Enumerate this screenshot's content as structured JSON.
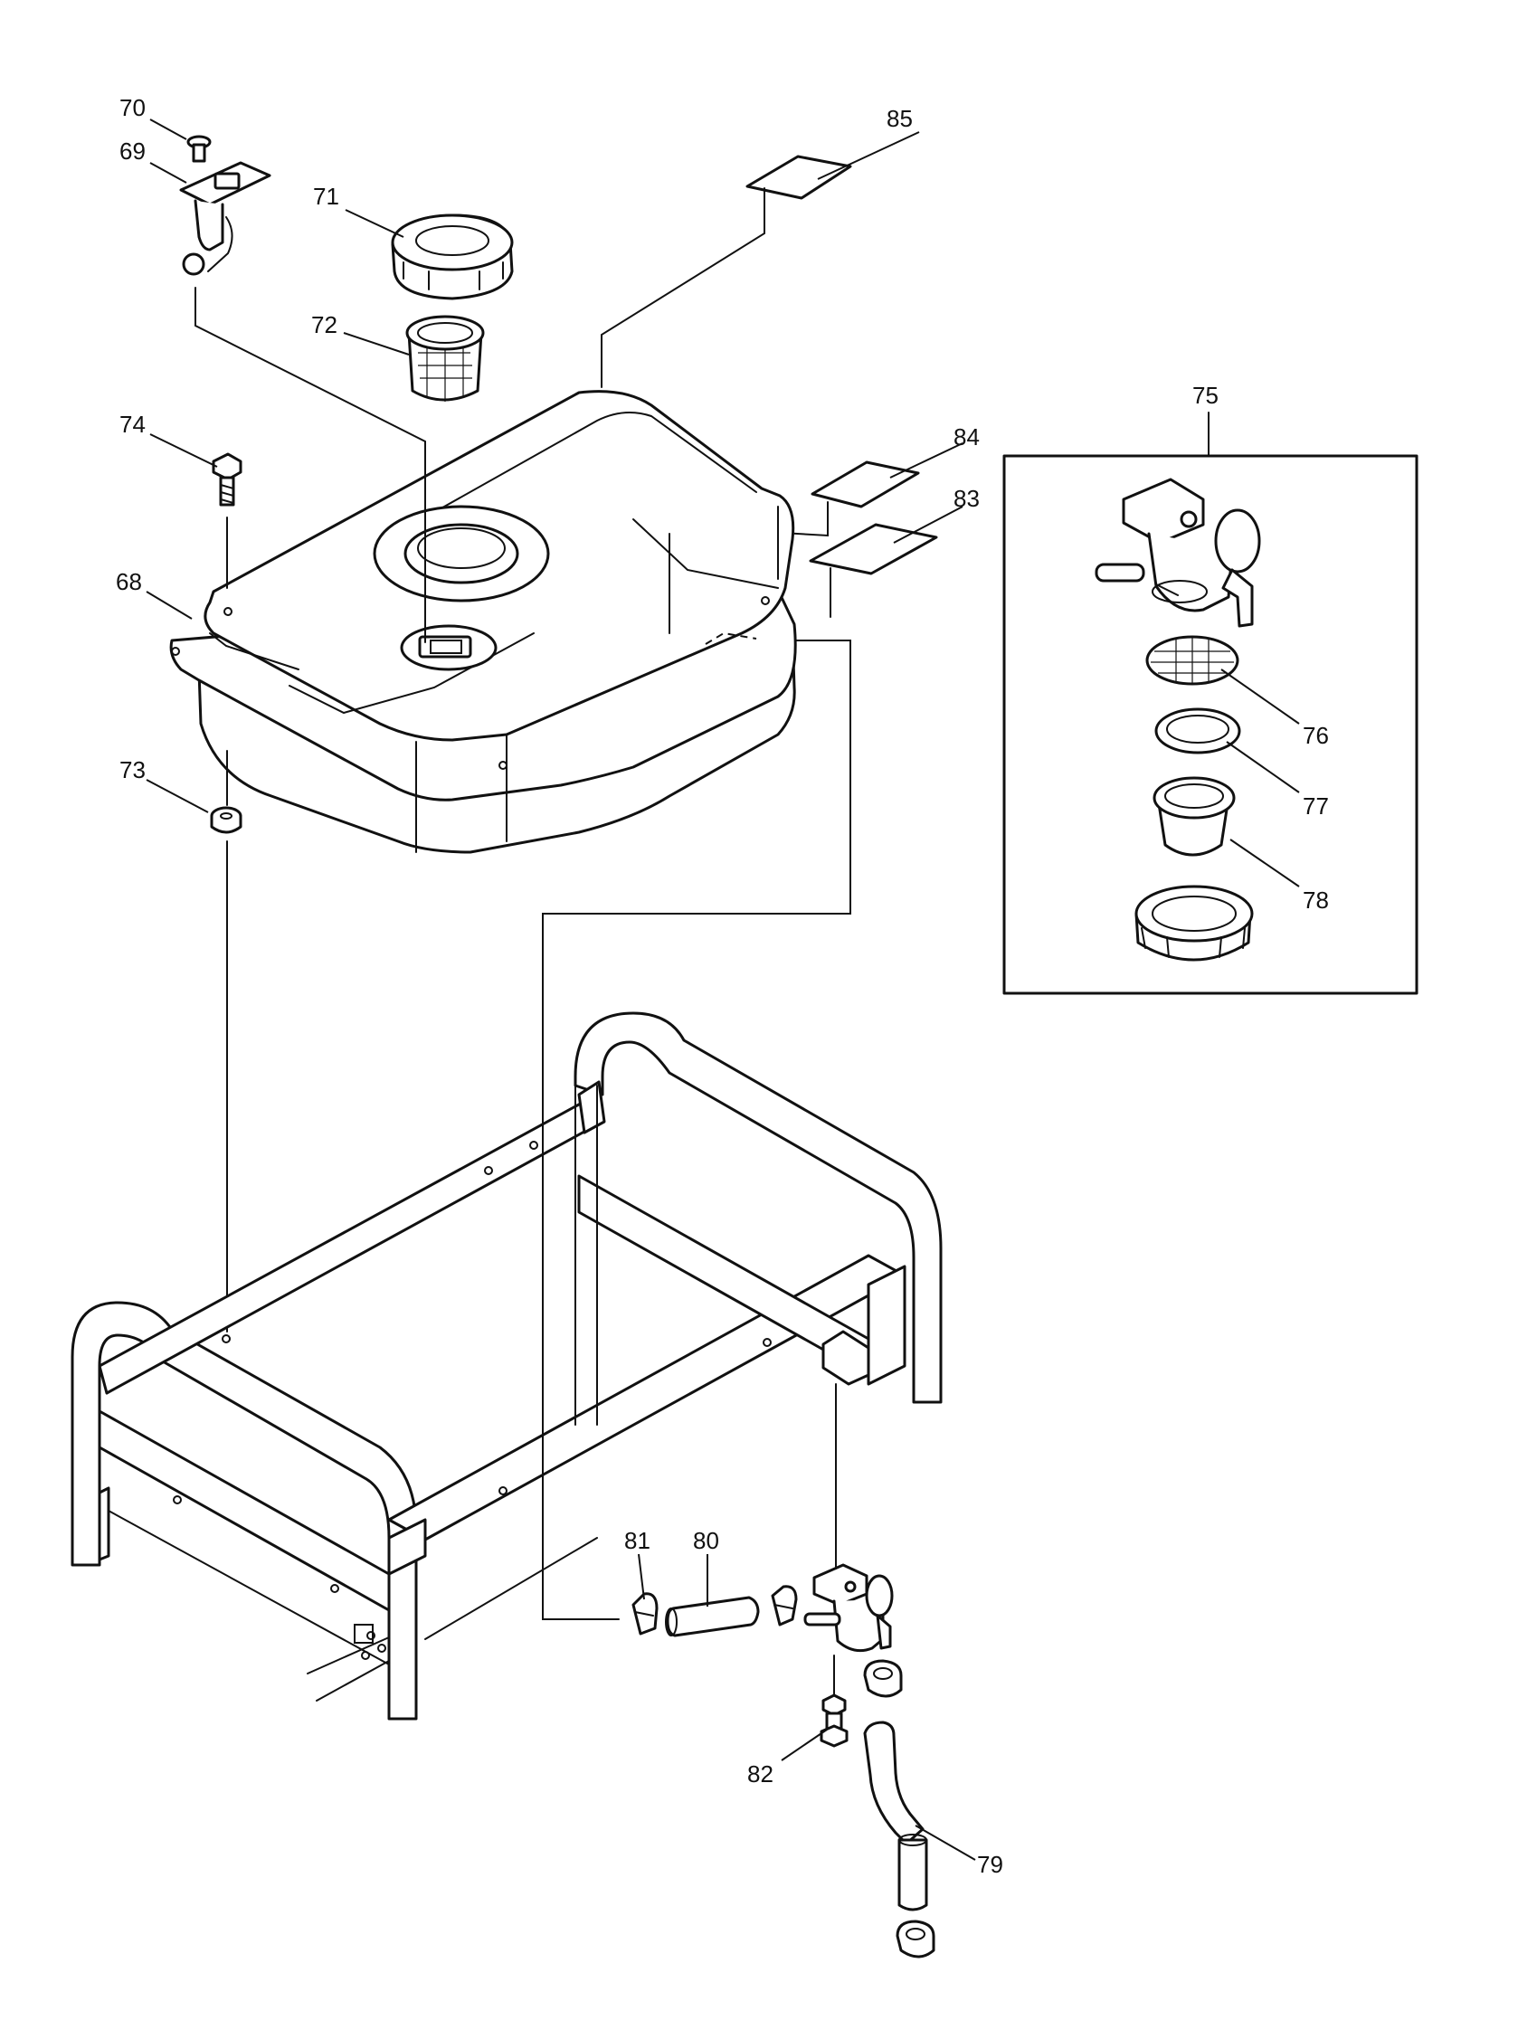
{
  "diagram": {
    "callouts": {
      "p68": "68",
      "p69": "69",
      "p70": "70",
      "p71": "71",
      "p72": "72",
      "p73": "73",
      "p74": "74",
      "p75": "75",
      "p76": "76",
      "p77": "77",
      "p78": "78",
      "p79": "79",
      "p80": "80",
      "p81": "81",
      "p82": "82",
      "p83": "83",
      "p84": "84",
      "p85": "85"
    }
  }
}
